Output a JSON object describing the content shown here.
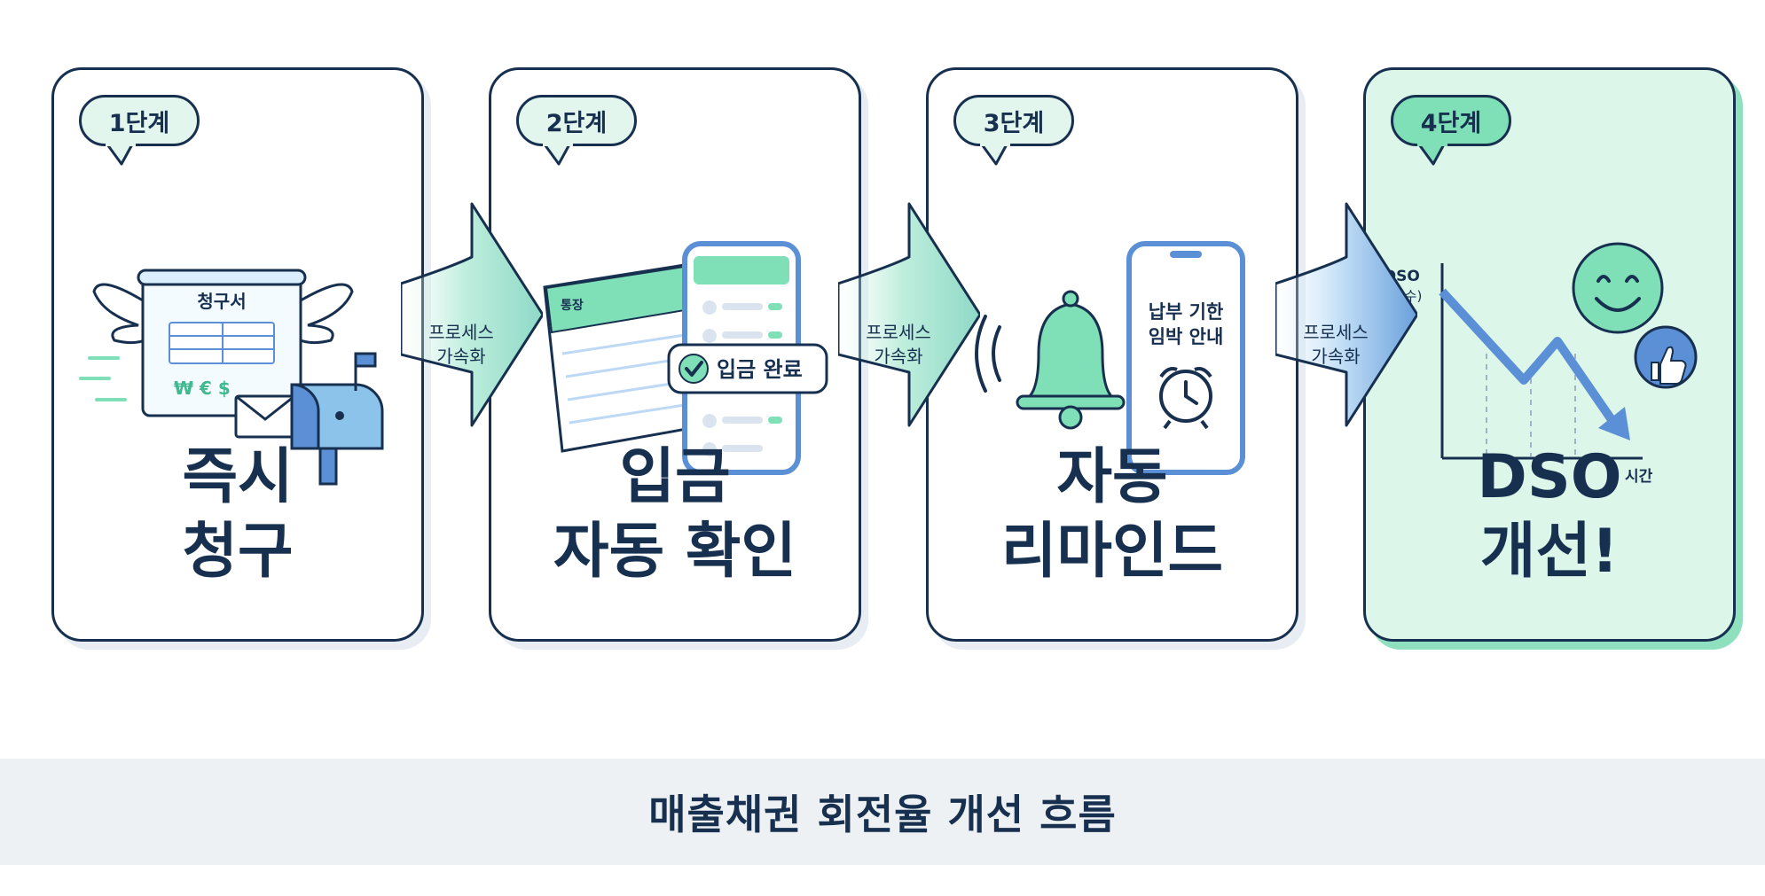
{
  "stages": [
    {
      "badge": "1단계",
      "title_line1": "즉시",
      "title_line2": "청구",
      "invoice_label": "청구서",
      "invoice_symbols": "₩ € $",
      "icons": [
        "flying-invoice-icon",
        "envelope-icon",
        "mailbox-icon"
      ]
    },
    {
      "badge": "2단계",
      "title_line1": "입금",
      "title_line2": "자동 확인",
      "bankbook_label": "통장",
      "notification": "입금 완료",
      "icons": [
        "bankbook-icon",
        "smartphone-icon",
        "check-icon"
      ]
    },
    {
      "badge": "3단계",
      "title_line1": "자동",
      "title_line2": "리마인드",
      "phone_text_line1": "납부 기한",
      "phone_text_line2": "임박 안내",
      "icons": [
        "bell-icon",
        "smartphone-icon",
        "alarm-clock-icon"
      ]
    },
    {
      "badge": "4단계",
      "title_line1": "DSO",
      "title_line2": "개선!",
      "chart_ylabel_line1": "DSO",
      "chart_ylabel_line2": "(일수)",
      "chart_xlabel": "시간",
      "icons": [
        "decreasing-chart-icon",
        "smiley-icon",
        "thumbs-up-icon"
      ]
    }
  ],
  "connectors": [
    {
      "label_line1": "프로세스",
      "label_line2": "가속화"
    },
    {
      "label_line1": "프로세스",
      "label_line2": "가속화"
    },
    {
      "label_line1": "프로세스",
      "label_line2": "가속화"
    }
  ],
  "footer": {
    "title": "매출채권 회전율 개선 흐름"
  },
  "colors": {
    "navy": "#17304f",
    "mint": "#7fe0b8",
    "mint_light": "#dcf6ea",
    "blue": "#5b8fd6",
    "blue_light": "#bcd9f5",
    "footer_bg": "#eef1f4"
  }
}
